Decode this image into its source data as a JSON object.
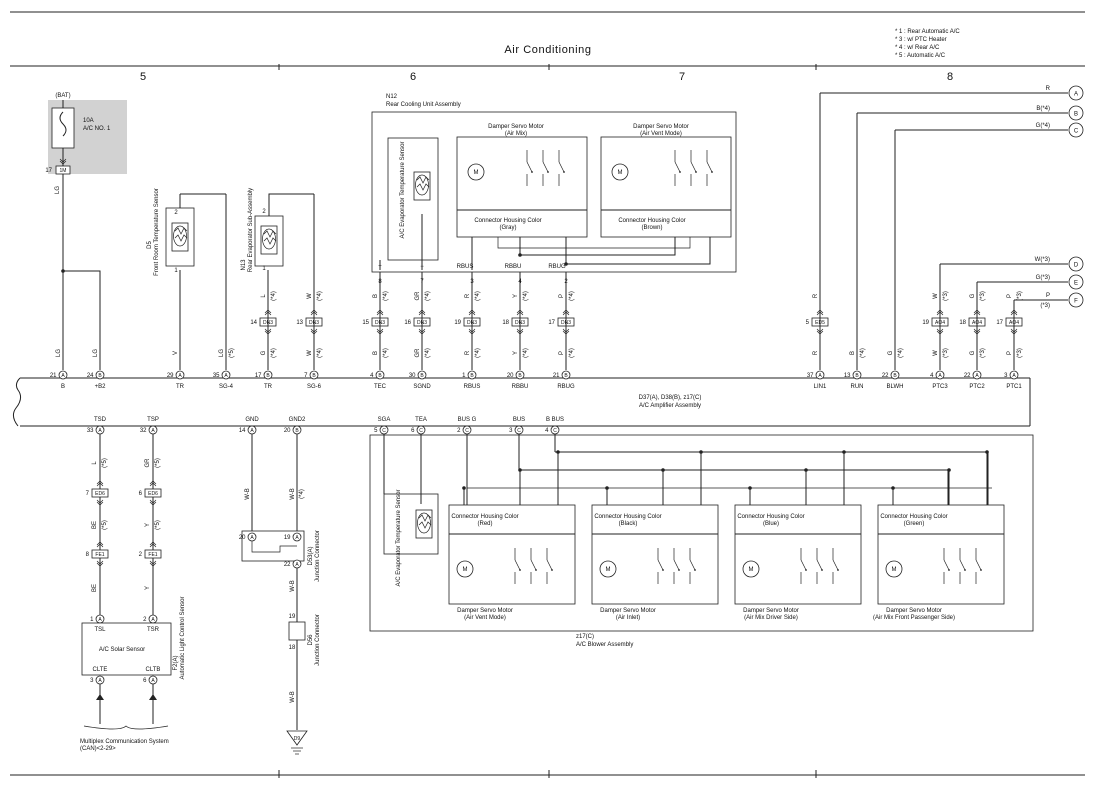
{
  "title": "Air Conditioning",
  "sections": [
    "5",
    "6",
    "7",
    "8"
  ],
  "notes": [
    "* 1 : Rear Automatic A/C",
    "* 3 : w/ PTC Heater",
    "* 4 : w/ Rear A/C",
    "* 5 : Automatic A/C"
  ],
  "fuse": {
    "source": "(BAT)",
    "rating": "10A",
    "name": "A/C NO. 1",
    "pin": "17",
    "conn": "1M",
    "wire": "LG"
  },
  "sensors": {
    "d5": {
      "code": "D5",
      "name": "Front Room Temperature Sensor",
      "pin_top": "2",
      "pin_bottom": "1"
    },
    "n13": {
      "code": "N13",
      "name": "Rear Evaporator Sub-Assembly",
      "pin_top": "2",
      "pin_bottom": "1"
    }
  },
  "n12": {
    "code": "N12",
    "name": "Rear Cooling Unit Assembly",
    "evap_sensor": "A/C Evaporator Temperature Sensor",
    "servo_left": {
      "title": "Damper Servo Motor",
      "sub": "(Air Mix)",
      "housing": "Connector Housing Color",
      "color": "(Gray)"
    },
    "servo_right": {
      "title": "Damper Servo Motor",
      "sub": "(Air Vent Mode)",
      "housing": "Connector Housing Color",
      "color": "(Brown)"
    },
    "pins": [
      "8",
      "7",
      "3",
      "4",
      "2"
    ],
    "marks": [
      "+",
      "−"
    ],
    "labels": [
      "RBUS",
      "RBBU",
      "RBUG"
    ]
  },
  "upper_wires": [
    {
      "pin": "21",
      "conn": "A",
      "name": "B",
      "color": "LG",
      "top_color": "LG"
    },
    {
      "pin": "24",
      "conn": "B",
      "name": "+B2",
      "color": "LG"
    },
    {
      "pin": "29",
      "conn": "A",
      "name": "TR",
      "color": "V"
    },
    {
      "pin": "35",
      "conn": "A",
      "name": "SG-4",
      "color": "LG",
      "note": "(*5)"
    },
    {
      "pin": "17",
      "conn": "B",
      "name": "TR",
      "color": "G",
      "note": "(*4)",
      "jpin": "14",
      "jconn": "DN3",
      "top_color": "L",
      "top_note": "(*4)"
    },
    {
      "pin": "7",
      "conn": "B",
      "name": "SG-6",
      "color": "W",
      "note": "(*4)",
      "jpin": "13",
      "jconn": "DN3",
      "top_color": "W",
      "top_note": "(*4)"
    },
    {
      "pin": "4",
      "conn": "B",
      "name": "TEC",
      "color": "B",
      "note": "(*4)",
      "jpin": "15",
      "jconn": "DN3",
      "top_color": "B",
      "top_note": "(*4)"
    },
    {
      "pin": "30",
      "conn": "B",
      "name": "SGND",
      "color": "GR",
      "note": "(*4)",
      "jpin": "16",
      "jconn": "DN3",
      "top_color": "GR",
      "top_note": "(*4)"
    },
    {
      "pin": "1",
      "conn": "B",
      "name": "RBUS",
      "color": "R",
      "note": "(*4)",
      "jpin": "19",
      "jconn": "DN3",
      "top_color": "R",
      "top_note": "(*4)"
    },
    {
      "pin": "20",
      "conn": "B",
      "name": "RBBU",
      "color": "Y",
      "note": "(*4)",
      "jpin": "18",
      "jconn": "DN3",
      "top_color": "Y",
      "top_note": "(*4)"
    },
    {
      "pin": "21",
      "conn": "B",
      "name": "RBUG",
      "color": "P",
      "note": "(*4)",
      "jpin": "17",
      "jconn": "DN3",
      "top_color": "P",
      "top_note": "(*4)"
    },
    {
      "pin": "37",
      "conn": "A",
      "name": "LIN1",
      "color": "R",
      "jpin": "5",
      "jconn": "ED5",
      "top_color": "R"
    },
    {
      "pin": "13",
      "conn": "B",
      "name": "RUN",
      "color": "B",
      "note": "(*4)"
    },
    {
      "pin": "22",
      "conn": "B",
      "name": "BLWH",
      "color": "G",
      "note": "(*4)"
    },
    {
      "pin": "4",
      "conn": "A",
      "name": "PTC3",
      "color": "W",
      "note": "(*3)",
      "jpin": "19",
      "jconn": "AO4",
      "top_color": "W",
      "top_note": "(*3)"
    },
    {
      "pin": "22",
      "conn": "A",
      "name": "PTC2",
      "color": "G",
      "note": "(*3)",
      "jpin": "18",
      "jconn": "AO4",
      "top_color": "G",
      "top_note": "(*3)"
    },
    {
      "pin": "3",
      "conn": "A",
      "name": "PTC1",
      "color": "P",
      "note": "(*3)",
      "jpin": "17",
      "jconn": "AO4",
      "top_color": "P",
      "top_note": "(*3)"
    }
  ],
  "offpage": [
    {
      "id": "A",
      "label": "R"
    },
    {
      "id": "B",
      "label": "B(*4)"
    },
    {
      "id": "C",
      "label": "G(*4)"
    },
    {
      "id": "D",
      "label": "W(*3)"
    },
    {
      "id": "E",
      "label": "G(*3)"
    },
    {
      "id": "F",
      "label": "P",
      "note": "(*3)"
    }
  ],
  "amplifier": {
    "code": "D37(A), D38(B), z17(C)",
    "name": "A/C Amplifier Assembly"
  },
  "lower_pins": [
    {
      "pin": "33",
      "conn": "A",
      "name": "TSD"
    },
    {
      "pin": "32",
      "conn": "A",
      "name": "TSP"
    },
    {
      "pin": "14",
      "conn": "A",
      "name": "GND"
    },
    {
      "pin": "20",
      "conn": "B",
      "name": "GND2"
    },
    {
      "pin": "5",
      "conn": "C",
      "name": "SGA"
    },
    {
      "pin": "6",
      "conn": "C",
      "name": "TEA"
    },
    {
      "pin": "2",
      "conn": "C",
      "name": "BUS G"
    },
    {
      "pin": "3",
      "conn": "C",
      "name": "BUS"
    },
    {
      "pin": "4",
      "conn": "C",
      "name": "B BUS"
    }
  ],
  "solar": {
    "wire1": {
      "c1": "L",
      "n1": "(*5)",
      "j1": "7",
      "jc1": "ED6",
      "c2": "BE",
      "n2": "(*5)",
      "j2": "8",
      "jc2": "FE1",
      "c3": "BE"
    },
    "wire2": {
      "c1": "GR",
      "n1": "(*5)",
      "j1": "6",
      "jc1": "ED6",
      "c2": "Y",
      "n2": "(*5)",
      "j2": "2",
      "jc2": "FE1",
      "c3": "Y"
    },
    "pin_tsl": "1",
    "pin_tsr": "2",
    "conn": "A",
    "tsl": "TSL",
    "tsr": "TSR",
    "name": "A/C Solar Sensor",
    "code": "F2(A)",
    "code_name": "Automatic Light Control Sensor",
    "cltb_pin": "6",
    "clte_pin": "3",
    "clte": "CLTE",
    "cltb": "CLTB",
    "multiplex": "Multiplex Communication System",
    "can": "(CAN)<2-29>"
  },
  "ground": {
    "w1": "W-B",
    "w2": "W-B",
    "w2_note": "(*4)",
    "jpin1": "20",
    "jpin2": "19",
    "jpin3": "22",
    "jconn": "A",
    "jcode": "D53(A)",
    "jname": "Junction Connector",
    "w3": "W-B",
    "d56_pin_top": "19",
    "d56_pin_bot": "18",
    "d56_code": "D56",
    "d56_name": "Junction Connector",
    "w4": "W-B",
    "gnd": "D9"
  },
  "z17": {
    "code": "z17(C)",
    "name": "A/C Blower Assembly",
    "evap_sensor": "A/C Evaporator Temperature Sensor",
    "housings": [
      {
        "housing": "Connector Housing Color",
        "color": "(Red)",
        "title": "Damper Servo Motor",
        "sub": "(Air Vent Mode)"
      },
      {
        "housing": "Connector Housing Color",
        "color": "(Black)",
        "title": "Damper Servo Motor",
        "sub": "(Air Inlet)"
      },
      {
        "housing": "Connector Housing Color",
        "color": "(Blue)",
        "title": "Damper Servo Motor",
        "sub": "(Air Mix Driver Side)"
      },
      {
        "housing": "Connector Housing Color",
        "color": "(Green)",
        "title": "Damper Servo Motor",
        "sub": "(Air Mix Front Passenger Side)"
      }
    ]
  },
  "motor_letter": "M"
}
